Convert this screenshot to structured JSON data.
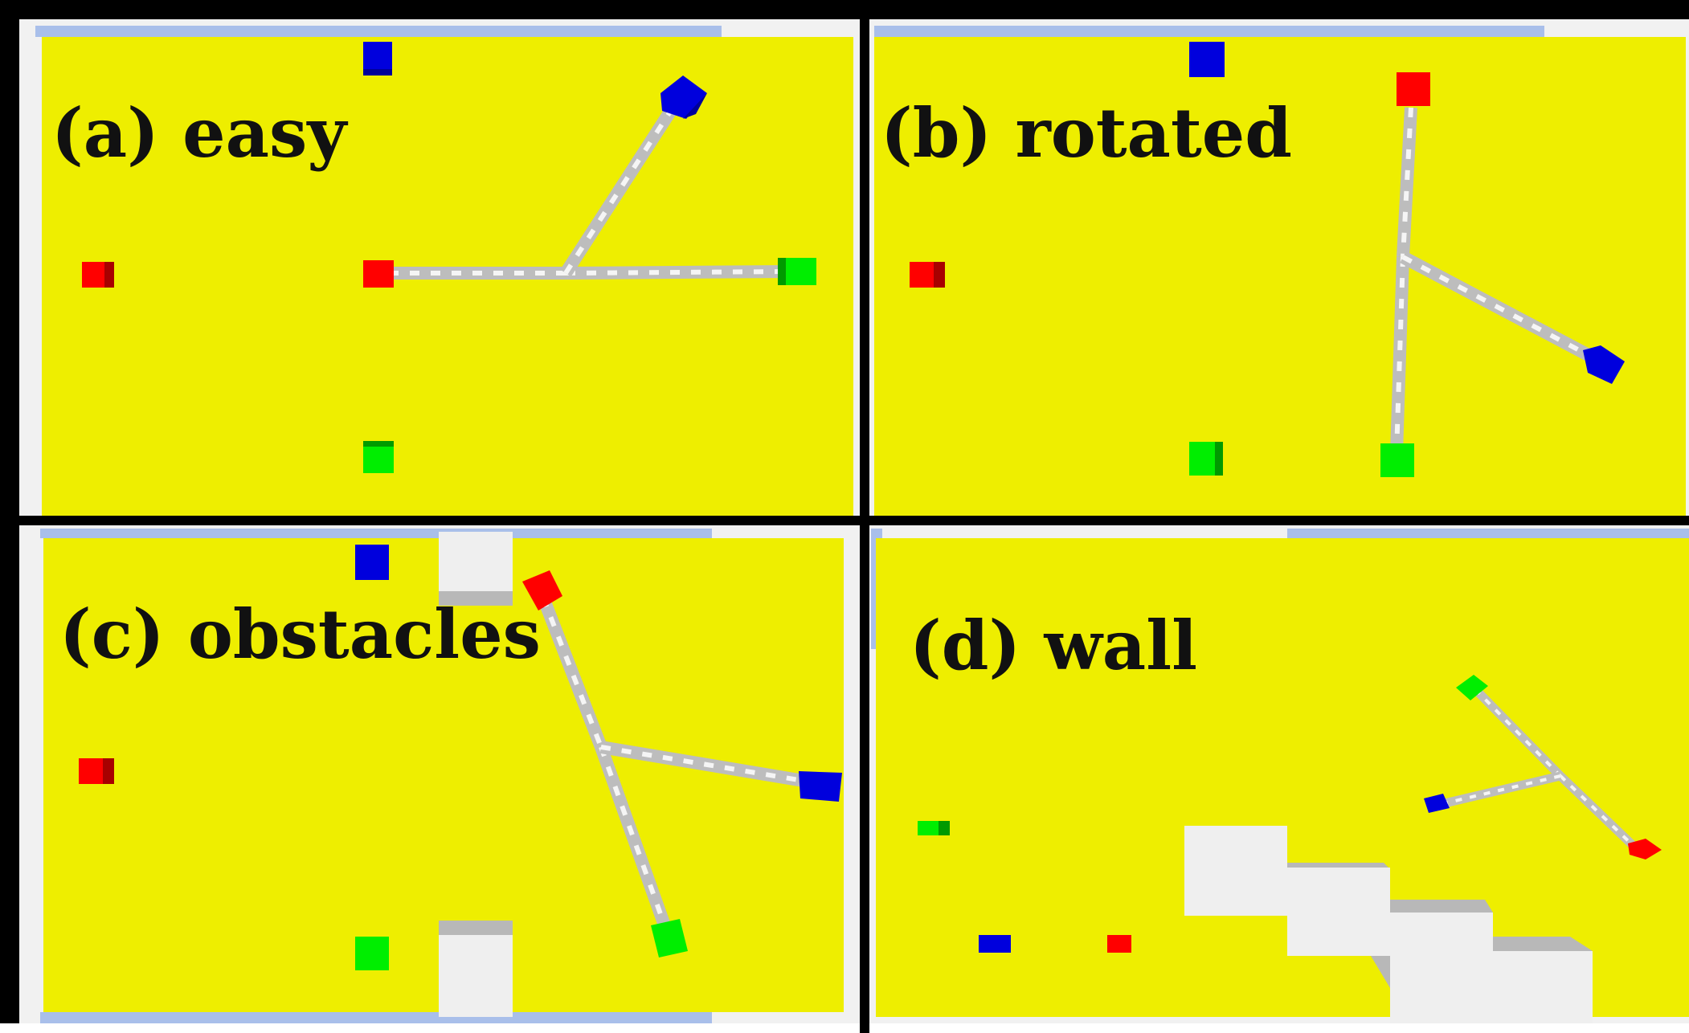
{
  "panels": [
    {
      "id": "a",
      "label": "(a) easy"
    },
    {
      "id": "b",
      "label": "(b) rotated"
    },
    {
      "id": "c",
      "label": "(c) obstacles"
    },
    {
      "id": "d",
      "label": "(d) wall"
    }
  ],
  "colors": {
    "floor": "#eeee00",
    "sky": "#a9bfea",
    "background": "#f1f1f1",
    "border": "#000000",
    "red_cube": "#ff0000",
    "green_cube": "#00ee00",
    "blue_cube": "#0000dd",
    "rod": "#d9d9d9",
    "obstacle": "#efefef"
  }
}
